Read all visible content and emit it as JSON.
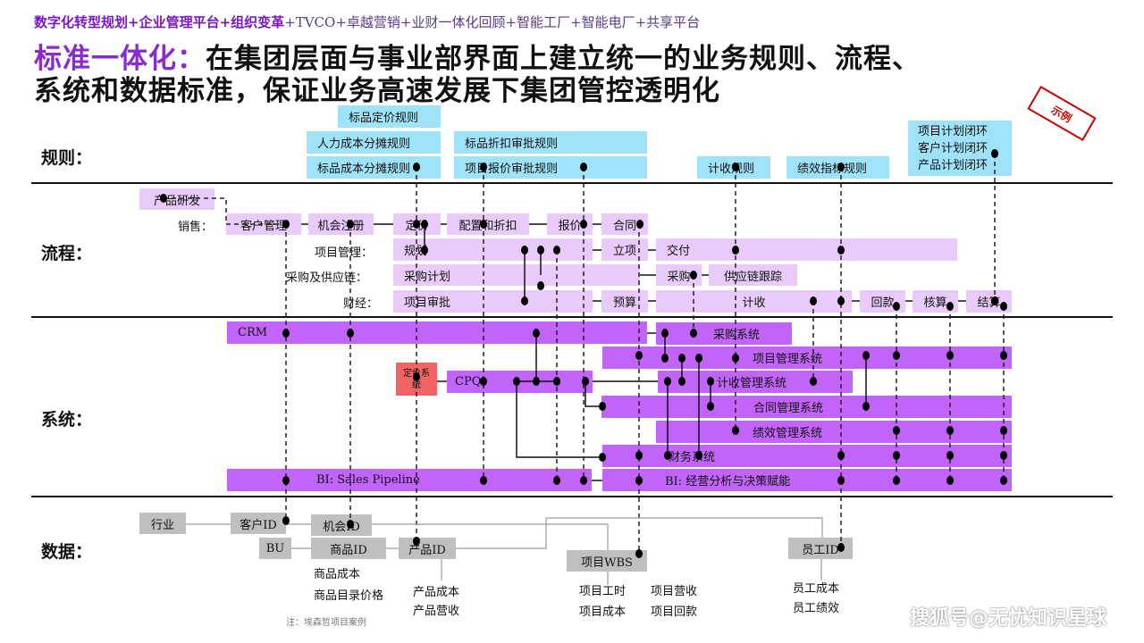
{
  "header": {
    "subtitle_purple": "数字化转型规划+企业管理平台+组织变革",
    "subtitle_rest": "+TVCO+卓越营销+业财一体化回顾+智能工厂+智能电厂+共享平台",
    "title_prefix": "标准一体化：",
    "title_line1": "在集团层面与事业部界面上建立统一的业务规则、流程、",
    "title_line2": "系统和数据标准，保证业务高速发展下集团管控透明化"
  },
  "stamp": "示例",
  "sections": {
    "rules": "规则：",
    "process": "流程：",
    "systems": "系统：",
    "data": "数据："
  },
  "rules": [
    "标品定价规则",
    "人力成本分摊规则",
    "标品成本分摊规则",
    "标品折扣审批规则",
    "项目报价审批规则",
    "计收规则",
    "绩效指标规则",
    "项目计划闭环",
    "客户计划闭环",
    "产品计划闭环"
  ],
  "process": {
    "labels": [
      "销售：",
      "项目管理：",
      "采购及供应链：",
      "财经："
    ],
    "items": [
      "产品研发",
      "客户管理",
      "机会注册",
      "定价",
      "配置和折扣",
      "报价",
      "合同",
      "规划",
      "立项",
      "交付",
      "采购计划",
      "采购",
      "供应链跟踪",
      "项目审批",
      "预算",
      "计收",
      "回款",
      "核算",
      "结算"
    ]
  },
  "systems": [
    "CRM",
    "采购系统",
    "项目管理系统",
    "定价系统",
    "CPQ",
    "计收管理系统",
    "合同管理系统",
    "绩效管理系统",
    "财务系统",
    "BI: Sales Pipeline",
    "BI: 经营分析与决策赋能"
  ],
  "data": {
    "items": [
      "行业",
      "客户ID",
      "机会ID",
      "BU",
      "商品ID",
      "产品ID",
      "项目WBS",
      "员工ID"
    ],
    "attrs": [
      "商品成本",
      "商品目录价格",
      "产品成本",
      "产品营收",
      "项目工时",
      "项目营收",
      "项目成本",
      "项目回款",
      "员工成本",
      "员工绩效"
    ]
  },
  "note": "注：埃森哲项目案例",
  "watermark": "搜狐号@无忧知识星球",
  "colors": {
    "rule": "#9fe3fa",
    "process": "#e9cbfb",
    "system": "#c263f9",
    "pricing": "#f26464",
    "data": "#bfbfbf",
    "accent": "#8a2bd0"
  }
}
